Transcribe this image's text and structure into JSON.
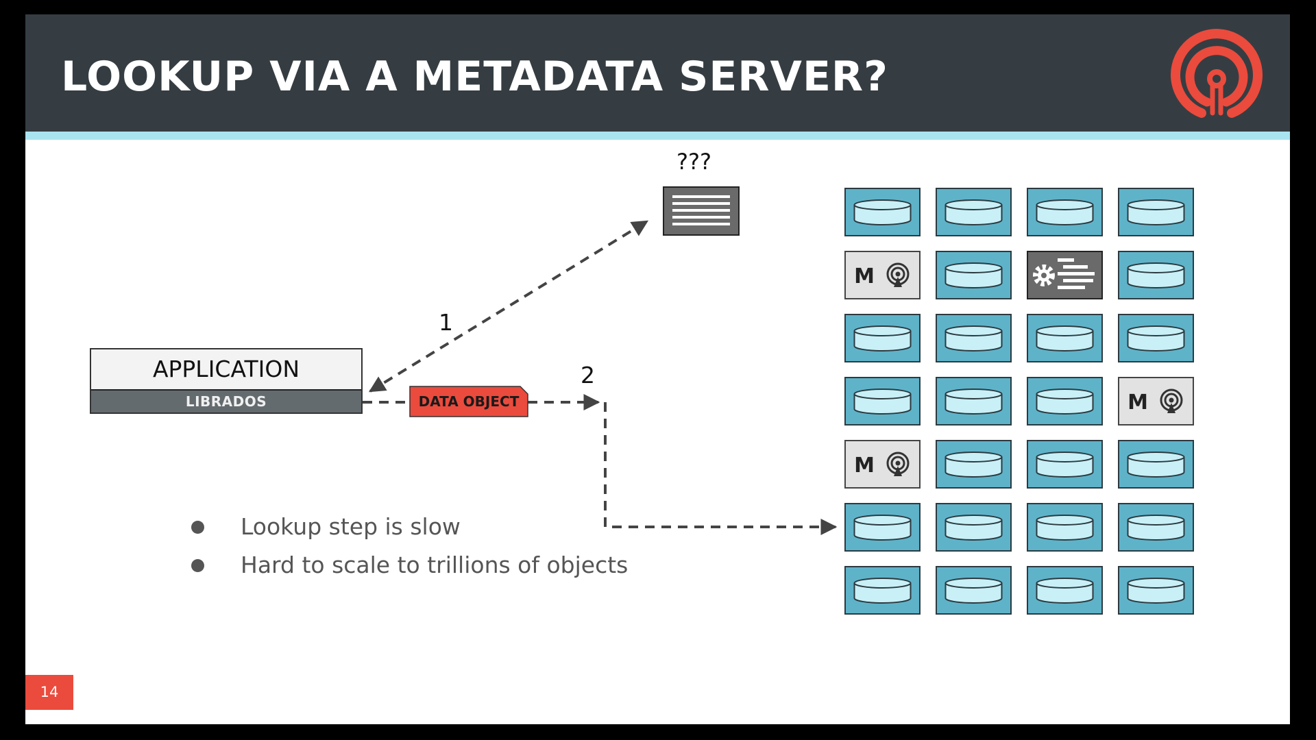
{
  "slide": {
    "title": "LOOKUP VIA A METADATA SERVER?",
    "page_number": "14"
  },
  "colors": {
    "header_bg": "#353d42",
    "header_stripe": "#a9e3ef",
    "accent_red": "#ea4b3d",
    "disk_fill": "#5fb3c9",
    "disk_top": "#c9f0f7",
    "monitor_fill": "#e2e2e2",
    "metadata_server_fill": "#6a6a6a"
  },
  "diagram": {
    "metadata_server": {
      "label": "???",
      "icon": "server-rack-icon"
    },
    "application": {
      "label": "APPLICATION",
      "library_label": "LIBRADOS"
    },
    "data_object": {
      "label": "DATA OBJECT"
    },
    "steps": [
      {
        "label": "1"
      },
      {
        "label": "2"
      }
    ],
    "cluster": {
      "columns": 4,
      "rows": 7,
      "nodes": [
        "osd",
        "osd",
        "osd",
        "osd",
        "monitor",
        "osd",
        "manager",
        "osd",
        "osd",
        "osd",
        "osd",
        "osd",
        "osd",
        "osd",
        "osd",
        "monitor",
        "monitor",
        "osd",
        "osd",
        "osd",
        "osd",
        "osd",
        "osd",
        "osd",
        "osd",
        "osd",
        "osd",
        "osd"
      ],
      "monitor_label": "M",
      "target_node_index": 20
    }
  },
  "bullets": [
    "Lookup step is slow",
    "Hard to scale to trillions of objects"
  ]
}
